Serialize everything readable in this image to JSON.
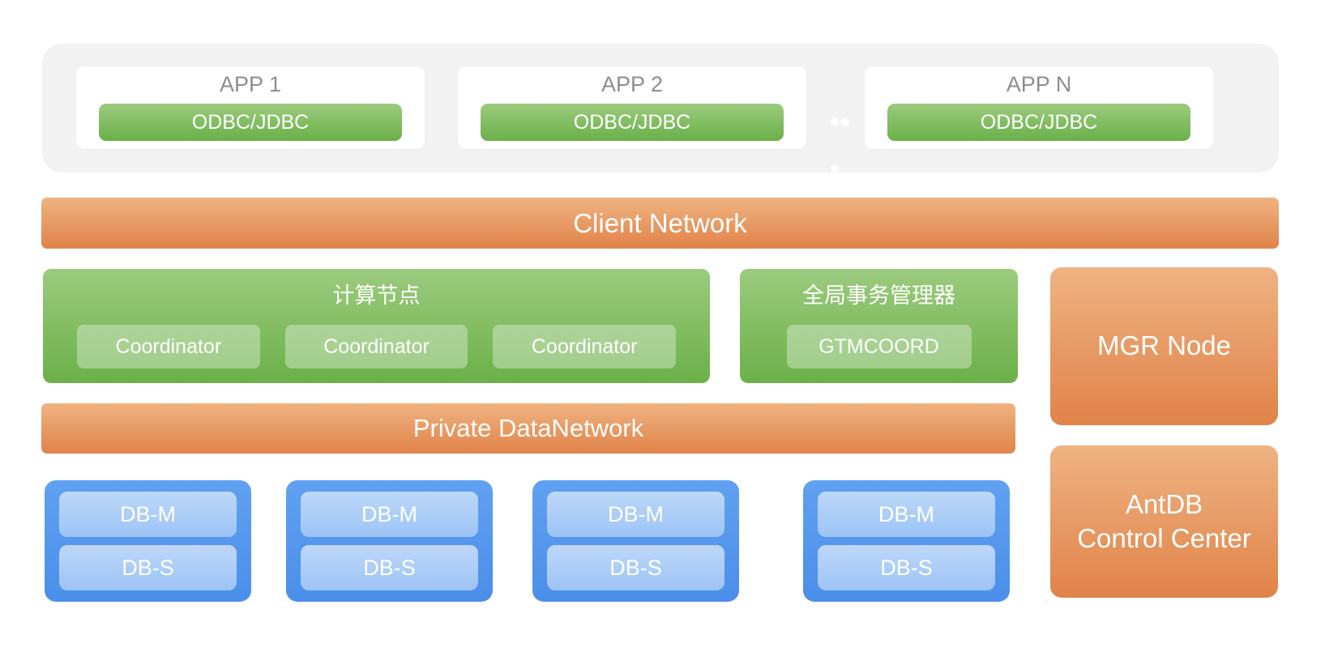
{
  "colors": {
    "page-bg": "#ffffff",
    "band-bg": "#f2f2f3",
    "card-bg": "#ffffff",
    "app-label": "#8e8e90",
    "green-top": "#9ccb7e",
    "green-bottom": "#6bb049",
    "green-pill": "rgba(255,255,255,0.34)",
    "orange-top": "#efb382",
    "orange-bottom": "#e08349",
    "blue-top": "#61a1f1",
    "blue-bottom": "#4b8eea",
    "blue-pill-top": "#bdd7f9",
    "blue-pill-bottom": "#9dc4f6",
    "text-light": "#ffffff"
  },
  "app_layer": {
    "apps": [
      {
        "label": "APP 1",
        "connector": "ODBC/JDBC"
      },
      {
        "label": "APP 2",
        "connector": "ODBC/JDBC"
      },
      {
        "label": "APP N",
        "connector": "ODBC/JDBC"
      }
    ]
  },
  "client_network": {
    "label": "Client Network"
  },
  "compute_node": {
    "title": "计算节点",
    "coordinators": [
      "Coordinator",
      "Coordinator",
      "Coordinator"
    ]
  },
  "gtm": {
    "title": "全局事务管理器",
    "node": "GTMCOORD"
  },
  "mgr_node": {
    "label": "MGR Node"
  },
  "private_network": {
    "label": "Private DataNetwork"
  },
  "db_groups": [
    {
      "master": "DB-M",
      "standby": "DB-S"
    },
    {
      "master": "DB-M",
      "standby": "DB-S"
    },
    {
      "master": "DB-M",
      "standby": "DB-S"
    },
    {
      "master": "DB-M",
      "standby": "DB-S"
    }
  ],
  "control_center": {
    "line1": "AntDB",
    "line2": "Control Center"
  }
}
